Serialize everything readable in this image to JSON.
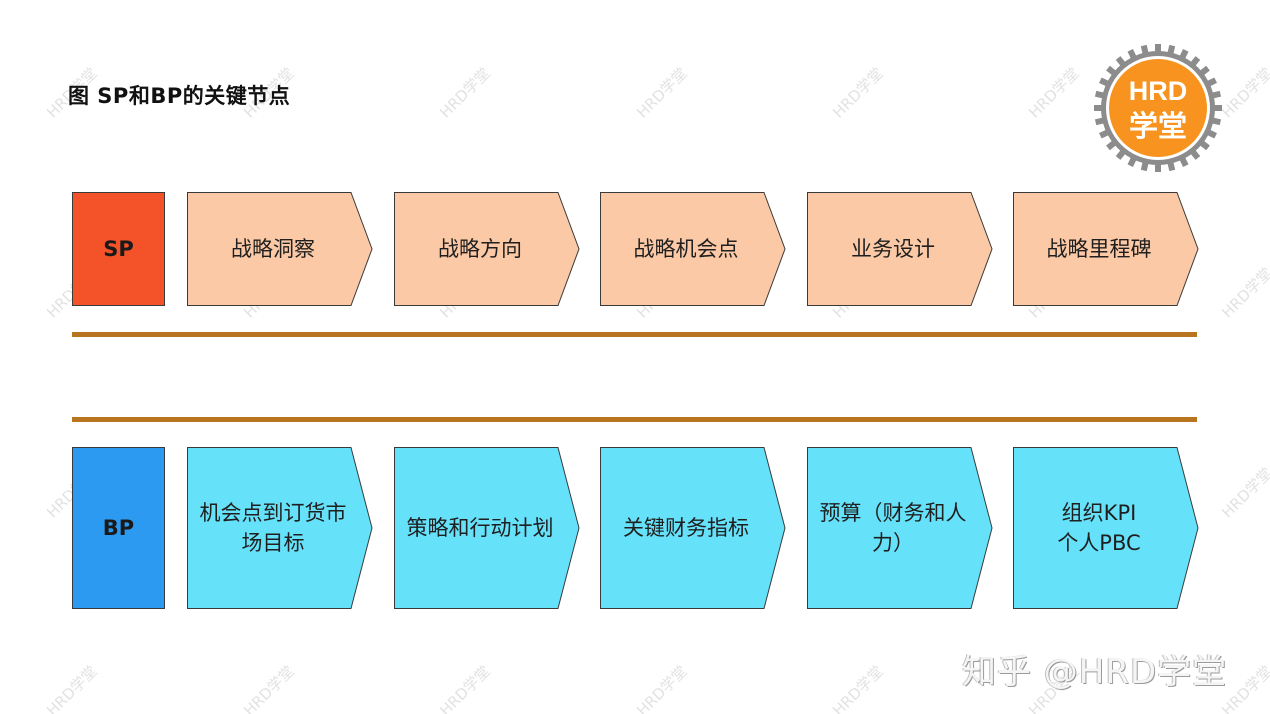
{
  "title": "图  SP和BP的关键节点",
  "logo": {
    "line1": "HRD",
    "line2": "学堂",
    "fill_color": "#F7931E",
    "gear_color": "#8C8C8C"
  },
  "sp_row": {
    "label": "SP",
    "label_color": "#F4532A",
    "step_color": "#FBC9A6",
    "steps": [
      "战略洞察",
      "战略方向",
      "战略机会点",
      "业务设计",
      "战略里程碑"
    ]
  },
  "bp_row": {
    "label": "BP",
    "label_color": "#2B9AF0",
    "step_color": "#66E1FA",
    "steps": [
      "机会点到订货市\n场目标",
      "策略和行动计划",
      "关键财务指标",
      "预算（财务和人\n力）",
      "组织KPI\n个人PBC"
    ]
  },
  "divider_color": "#B8741F",
  "watermark_text": "HRD学堂",
  "footer_watermark": "知乎 @HRD学堂"
}
